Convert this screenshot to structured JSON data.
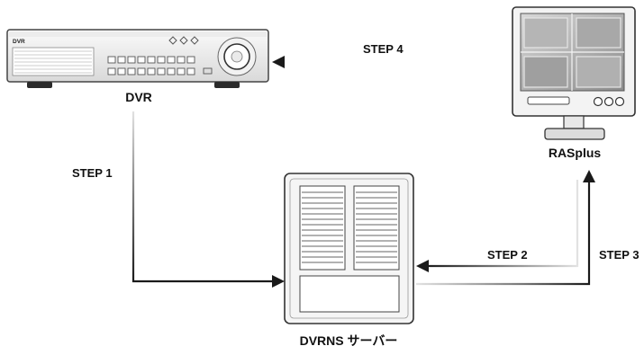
{
  "nodes": {
    "dvr": {
      "label": "DVR",
      "badge": "DVR"
    },
    "server": {
      "label": "DVRNS サーバー"
    },
    "client": {
      "label": "RASplus"
    }
  },
  "steps": [
    {
      "label": "STEP 1"
    },
    {
      "label": "STEP 2"
    },
    {
      "label": "STEP 3"
    },
    {
      "label": "STEP 4"
    }
  ],
  "colors": {
    "arrow": "#1a1a1a",
    "device_outline": "#333333",
    "device_fill": "#f4f4f4",
    "screen": "#9a9a9a"
  }
}
